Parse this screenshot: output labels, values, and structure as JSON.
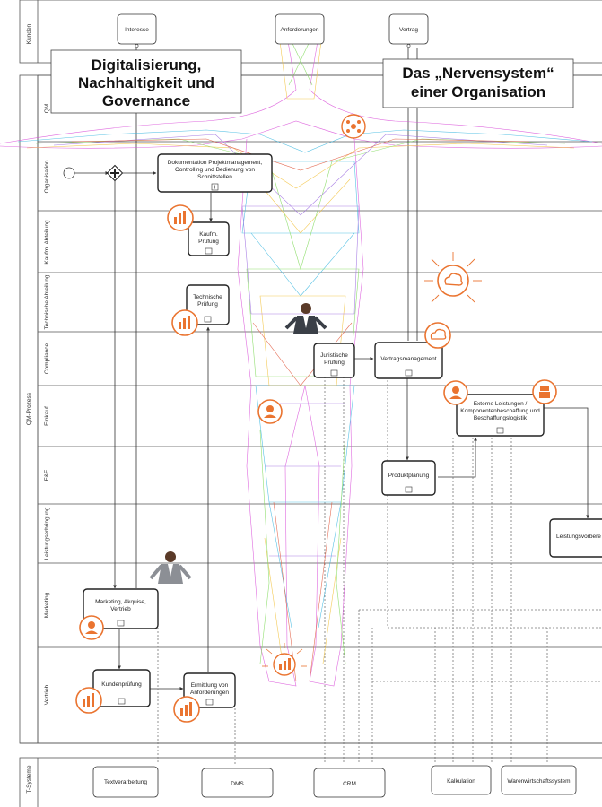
{
  "lanes": {
    "kunden": "Kunden",
    "qm": "QM",
    "qm_prozess": "QM-Prozess",
    "organisation": "Organisation",
    "kaufm_abteilung": "Kaufm. Abteilung",
    "technische_abteilung": "Technische Abteilung",
    "compliance": "Compliance",
    "einkauf": "Einkauf",
    "fe": "F&E",
    "leistungserbringung": "Leistungserbringung",
    "marketing": "Marketing",
    "vertrieb": "Vertrieb",
    "it_systeme": "IT-Systeme"
  },
  "customer_items": {
    "interesse": "Interesse",
    "anforderungen": "Anforderungen",
    "vertrag": "Vertrag"
  },
  "callouts": {
    "left": [
      "Digitalisierung,",
      "Nachhaltigkeit und",
      "Governance"
    ],
    "right": [
      "Das „Nervensystem“",
      "einer Organisation"
    ]
  },
  "tasks": {
    "dokumentation": [
      "Dokumentation Projektmanagement,",
      "Controlling und Bedienung von",
      "Schnittstellen"
    ],
    "kaufm_pruefung": [
      "Kaufm.",
      "Prüfung"
    ],
    "technische_pruefung": [
      "Technische",
      "Prüfung"
    ],
    "juristische_pruefung": [
      "Juristische",
      "Prüfung"
    ],
    "vertragsmanagement": [
      "Vertragsmanagement"
    ],
    "externe_leistungen": [
      "Externe Leistungen /",
      "Komponentenbeschaffung und",
      "Beschaffungslogistik"
    ],
    "produktplanung": [
      "Produktplanung"
    ],
    "leistungsvorbereitung": [
      "Leistungsvorbere"
    ],
    "marketing": [
      "Marketing, Akquise,",
      "Vertrieb"
    ],
    "kundenpruefung": [
      "Kundenprüfung"
    ],
    "ermittlung": [
      "Ermittlung von",
      "Anforderungen"
    ]
  },
  "it_systems": {
    "textverarbeitung": "Textverarbeitung",
    "dms": "DMS",
    "crm": "CRM",
    "kalkulation": "Kalkulation",
    "warenwirtschaft": "Warenwirtschaftssystem"
  },
  "colors": {
    "accent": "#ea7430",
    "line": "#333333",
    "lane_border": "#555555",
    "callout_bg": "#ffffff"
  },
  "icons": {
    "chart": "bar-chart-icon",
    "cloud": "cloud-sync-icon",
    "support": "support-agent-icon",
    "robot": "robot-icon",
    "network": "network-hub-icon"
  }
}
